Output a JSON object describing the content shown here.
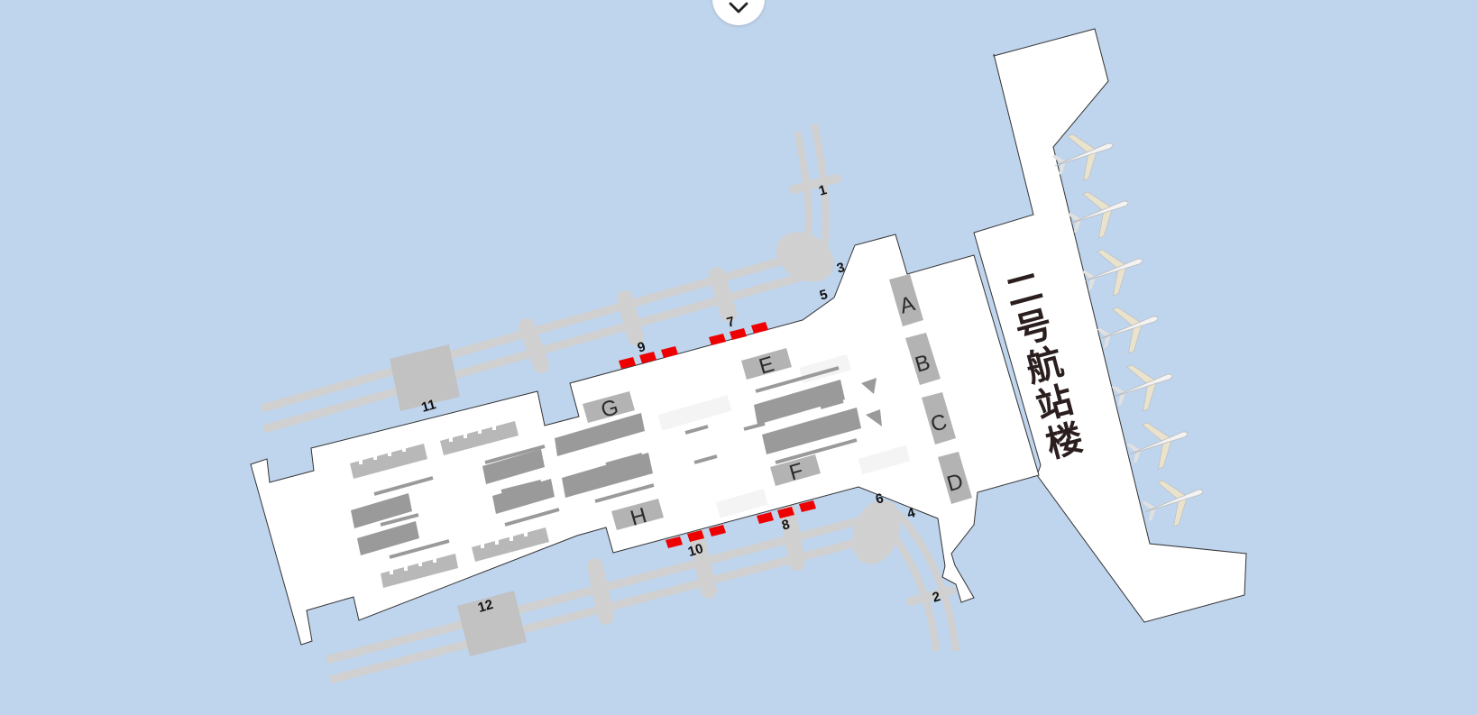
{
  "toggle": {
    "icon": "chevron-down-icon"
  },
  "map": {
    "terminal_label_chars": [
      "二",
      "号",
      "航",
      "站",
      "楼"
    ],
    "zones": [
      "A",
      "B",
      "C",
      "D",
      "E",
      "F",
      "G",
      "H"
    ],
    "markers": [
      "1",
      "2",
      "3",
      "4",
      "5",
      "6",
      "7",
      "8",
      "9",
      "10",
      "11",
      "12"
    ],
    "aircraft_count": 7,
    "colors": {
      "background": "#bfd4ed",
      "building": "#ffffff",
      "road": "#d0d0d0",
      "zone_fill": "#b3b3b3",
      "counter": "#9a9a9a",
      "entrance": "#ee0000"
    }
  }
}
